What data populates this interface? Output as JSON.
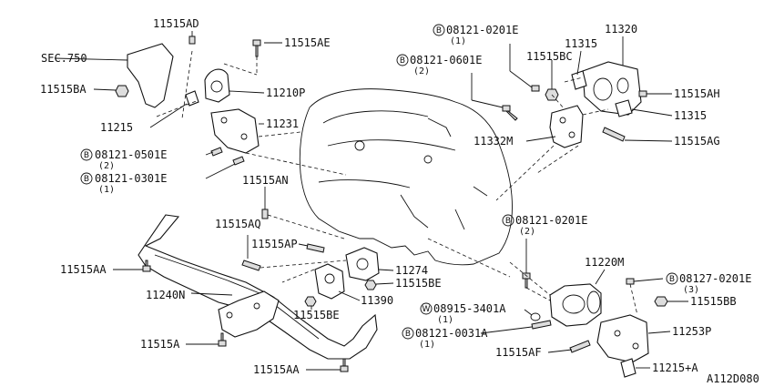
{
  "labels": {
    "p11515AD": "11515AD",
    "p11515AE": "11515AE",
    "sec750": "SEC.750",
    "p11515BA": "11515BA",
    "p11210P": "11210P",
    "p11215": "11215",
    "p11231": "11231",
    "b0501E": "08121-0501E",
    "b0501E_qty": "(2)",
    "b0301E": "08121-0301E",
    "b0301E_qty": "(1)",
    "p11515AN": "11515AN",
    "p11515AQ": "11515AQ",
    "p11515AP": "11515AP",
    "p11515AA_left": "11515AA",
    "p11240N": "11240N",
    "p11515A": "11515A",
    "p11515AA_bottom": "11515AA",
    "p11274": "11274",
    "p11515BE_right": "11515BE",
    "p11390": "11390",
    "p11515BE_bottom": "11515BE",
    "b0201E_top": "08121-0201E",
    "b0201E_top_qty": "(1)",
    "b0601E": "08121-0601E",
    "b0601E_qty": "(2)",
    "p11320": "11320",
    "p11315_top": "11315",
    "p11515BC": "11515BC",
    "p11515AH": "11515AH",
    "p11315_right": "11315",
    "p11332M": "11332M",
    "p11515AG": "11515AG",
    "b0201E_mid": "08121-0201E",
    "b0201E_mid_qty": "(2)",
    "p11220M": "11220M",
    "b08127": "08127-0201E",
    "b08127_qty": "(3)",
    "p11515BB": "11515BB",
    "w08915": "08915-3401A",
    "w08915_qty": "(1)",
    "b0031A": "08121-0031A",
    "b0031A_qty": "(1)",
    "p11253P": "11253P",
    "p11515AF": "11515AF",
    "p11215A": "11215+A",
    "figure_code": "A112D080"
  },
  "markers": {
    "bolt": "B",
    "washer": "W"
  },
  "colors": {
    "line": "#111111",
    "background": "#ffffff"
  }
}
